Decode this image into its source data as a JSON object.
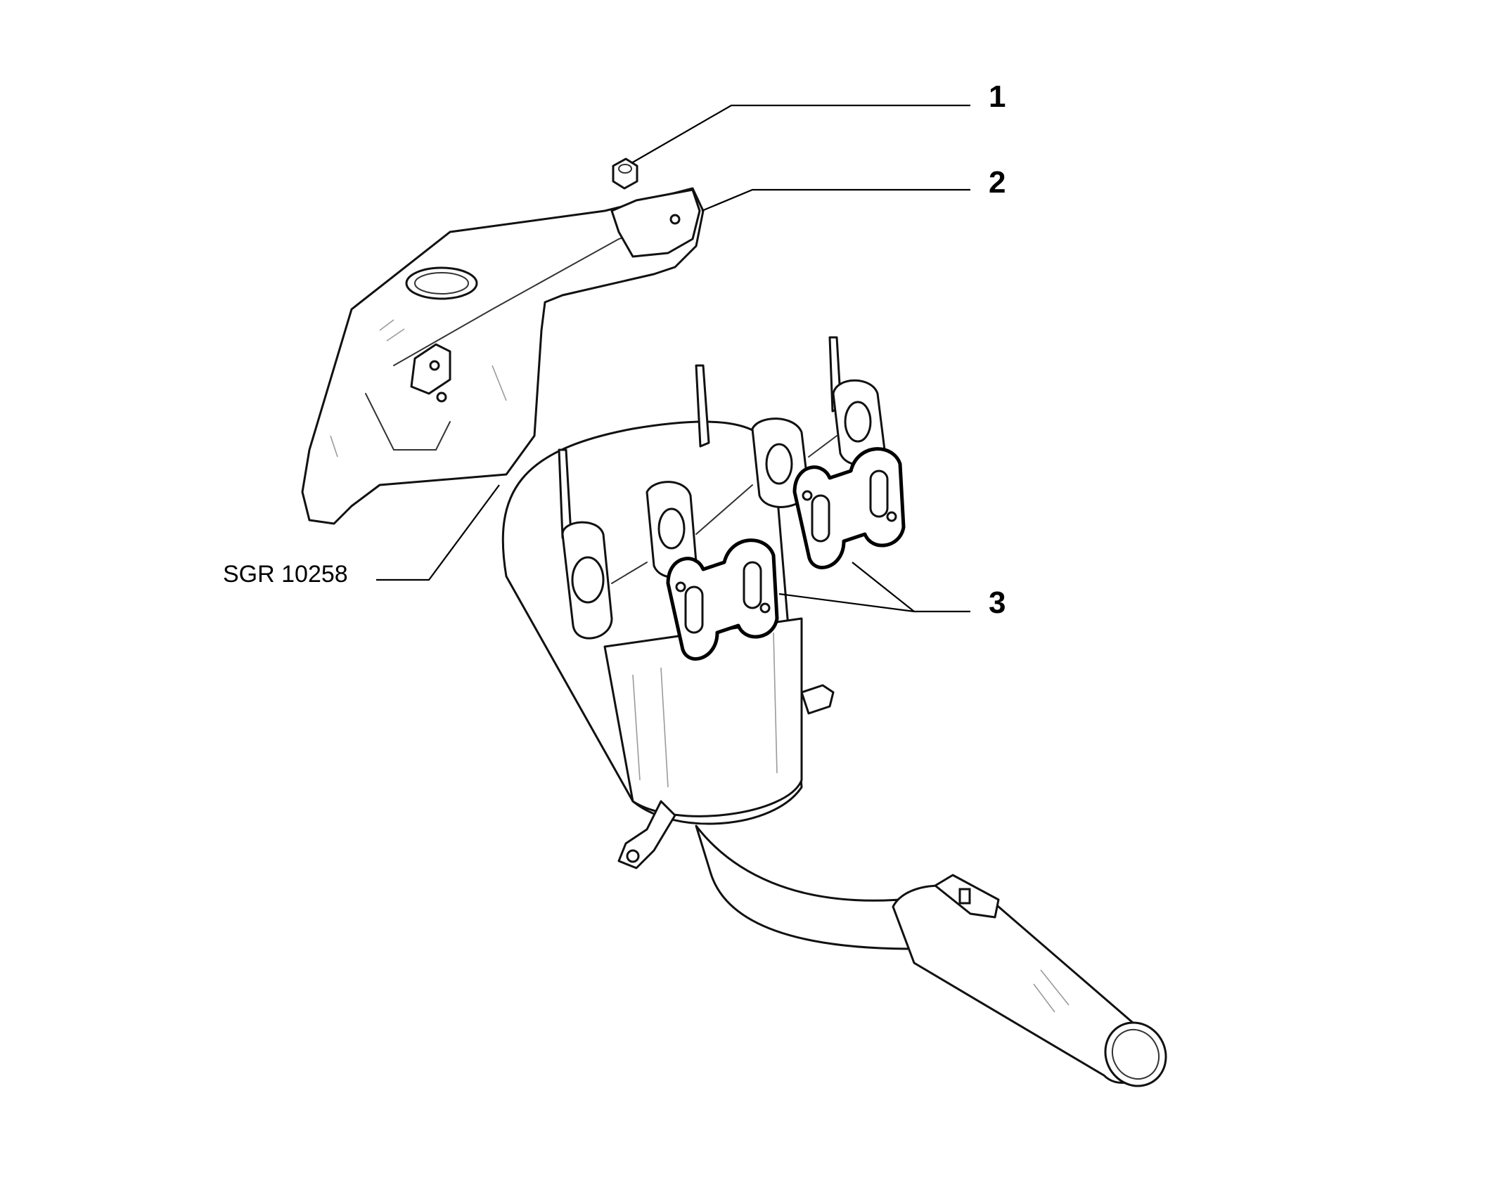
{
  "callouts": [
    {
      "number": "1"
    },
    {
      "number": "2"
    },
    {
      "number": "3"
    }
  ],
  "reference": {
    "label": "SGR 10258"
  }
}
